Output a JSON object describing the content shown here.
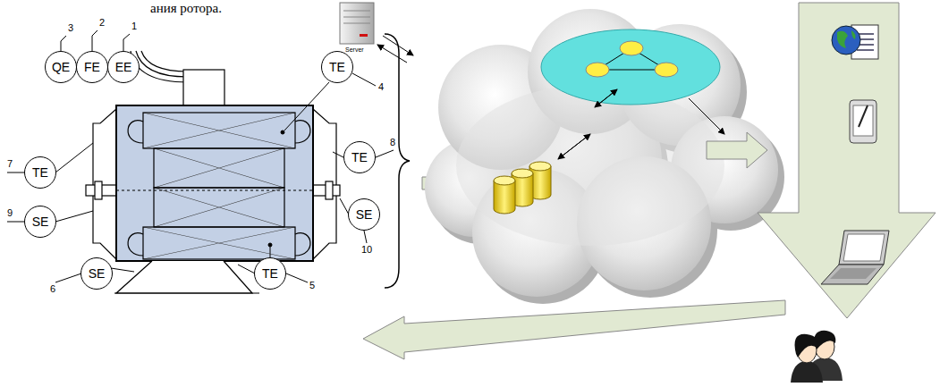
{
  "diagram": {
    "nodes": [
      {
        "text": [
          "QE"
        ]
      },
      {
        "text": [
          "FE"
        ]
      },
      {
        "text": [
          "EE"
        ]
      },
      {
        "text": [
          "TE"
        ]
      },
      {
        "text": [
          "TE"
        ]
      },
      {
        "text": [
          "TE"
        ]
      },
      {
        "text": [
          "SE"
        ]
      },
      {
        "text": [
          "SE"
        ]
      },
      {
        "text": [
          "SE"
        ]
      },
      {
        "text": [
          "TE"
        ]
      }
    ],
    "labels": [
      "ания ротора.",
      "3",
      "2",
      "1",
      "4",
      "7",
      "8",
      "9",
      "10",
      "6",
      "5",
      "Server"
    ]
  }
}
